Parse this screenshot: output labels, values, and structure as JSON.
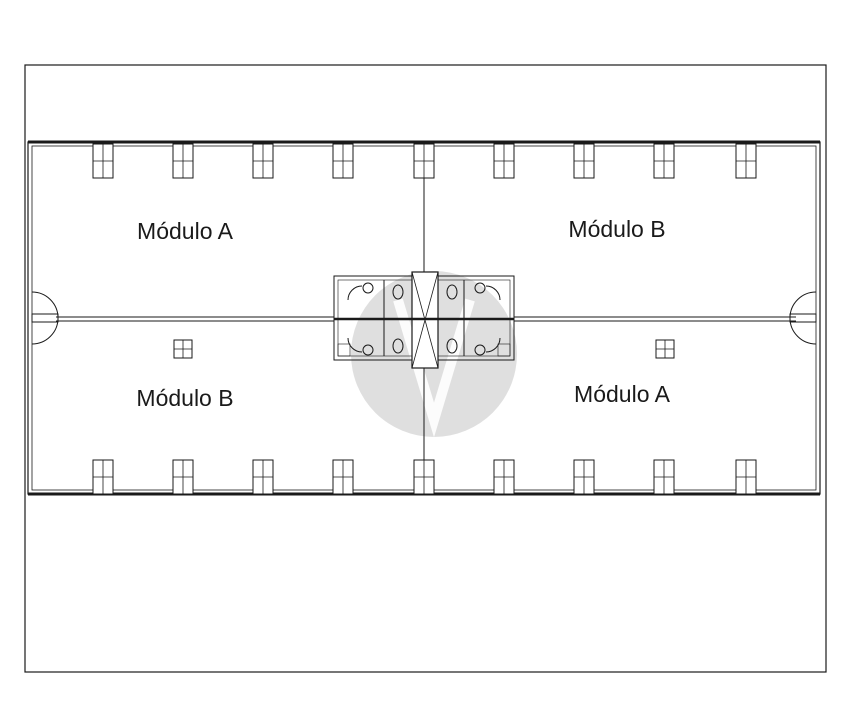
{
  "floor_plan": {
    "modules": [
      {
        "label": "Módulo A"
      },
      {
        "label": "Módulo B"
      },
      {
        "label": "Módulo B"
      },
      {
        "label": "Módulo A"
      }
    ],
    "watermark_color": "#d9d9d9",
    "line_color": "#1a1a1a"
  }
}
